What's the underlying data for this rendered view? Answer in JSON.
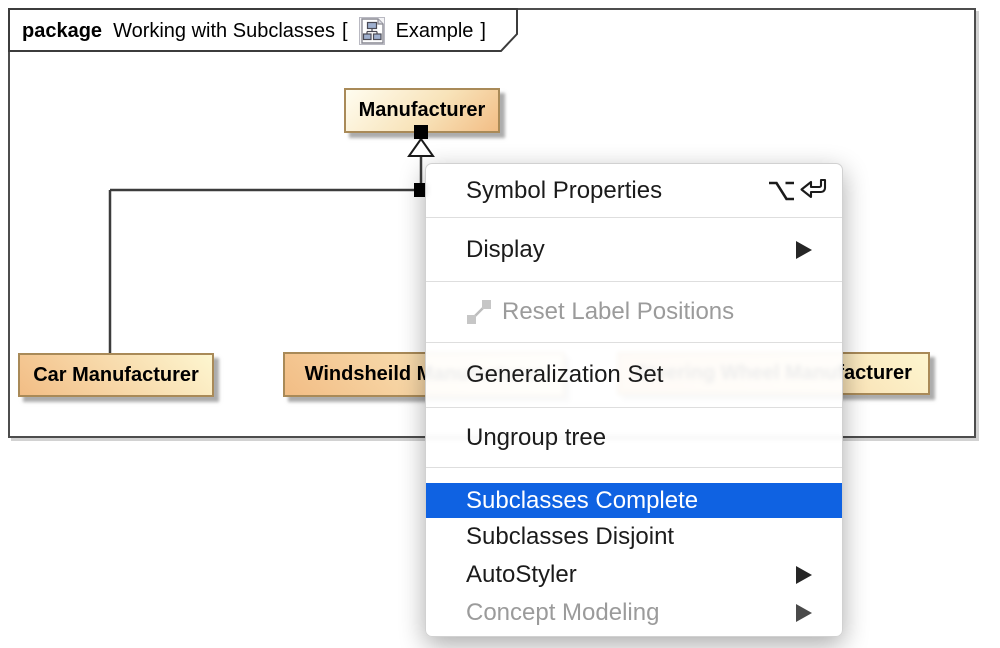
{
  "frame": {
    "kind_label": "package",
    "title": "Working with Subclasses",
    "bracket_open": "[",
    "diagram_name": "Example",
    "bracket_close": "]",
    "icon": "class-diagram-icon"
  },
  "classes": {
    "superclass": {
      "name": "Manufacturer"
    },
    "subclass_car": {
      "name": "Car Manufacturer"
    },
    "subclass_windshield": {
      "name": "Windsheild Manufacturer"
    },
    "subclass_steering": {
      "name": "Steering Wheel Manufacturer"
    }
  },
  "context_menu": {
    "items": [
      {
        "label": "Symbol Properties",
        "shortcut_icons": [
          "option-key-icon",
          "return-key-icon"
        ]
      },
      {
        "label": "Display",
        "submenu": true
      },
      {
        "label": "Reset Label Positions",
        "disabled": true,
        "icon": "reset-label-positions-icon"
      },
      {
        "label": "Generalization Set"
      },
      {
        "label": "Ungroup tree"
      },
      {
        "label": "Subclasses Complete",
        "highlighted": true
      },
      {
        "label": "Subclasses Disjoint"
      },
      {
        "label": "AutoStyler",
        "submenu": true
      },
      {
        "label": "Concept Modeling",
        "disabled": true,
        "submenu": true
      }
    ]
  },
  "colors": {
    "menu_highlight": "#0f62e2",
    "menu_highlight_text": "#ffffff",
    "class_fill_light": "#fdf6d0",
    "class_fill_dark": "#f2bd85",
    "class_border": "#a98a58",
    "frame_border": "#4d4d4d"
  }
}
